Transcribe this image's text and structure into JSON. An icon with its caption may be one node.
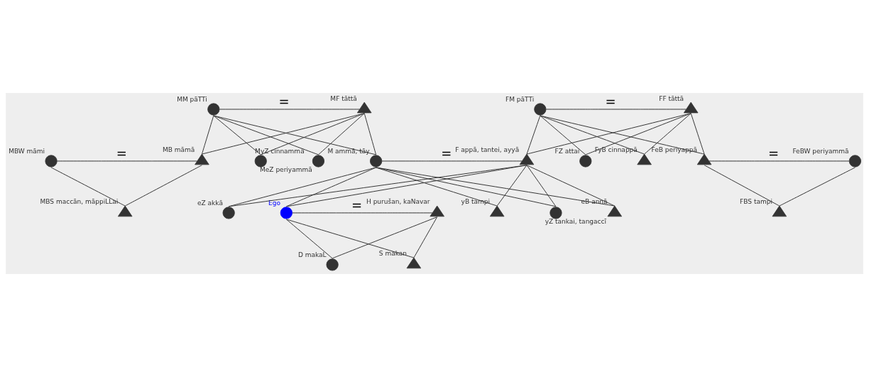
{
  "diagram": {
    "nodes": [
      {
        "text": [],
        "shape": "circle",
        "beside": [
          "MM pāTTi"
        ]
      },
      {
        "text": [],
        "shape": "triangle",
        "beside": [
          "MF tāttā"
        ]
      },
      {
        "text": [],
        "shape": "circle",
        "beside": [
          "FM pāTTi"
        ]
      },
      {
        "text": [],
        "shape": "triangle",
        "beside": [
          "FF tāttā"
        ]
      },
      {
        "text": [],
        "shape": "circle",
        "beside": [
          "MBW māmi"
        ]
      },
      {
        "text": [],
        "shape": "triangle",
        "beside": [
          "MB māmā"
        ]
      },
      {
        "text": [],
        "shape": "circle",
        "beside": [
          "MyZ cinnammā"
        ]
      },
      {
        "text": [],
        "shape": "circle",
        "beside": [
          "FZ attai"
        ]
      },
      {
        "text": [],
        "shape": "triangle",
        "beside": [
          "FyB cinnappā"
        ]
      },
      {
        "text": [],
        "shape": "triangle",
        "beside": [
          "MBS maccān, māppiLLai"
        ]
      },
      {
        "text": [],
        "shape": "circle",
        "beside": [
          "MeZ periyammā"
        ]
      },
      {
        "text": [],
        "shape": "circle",
        "beside": [
          "M ammā, tāy"
        ]
      },
      {
        "text": [],
        "shape": "triangle",
        "beside": [
          "F appā, tantei, ayyā"
        ]
      },
      {
        "text": [],
        "shape": "triangle",
        "beside": [
          "FeB periyappā"
        ]
      },
      {
        "text": [],
        "shape": "circle",
        "beside": [
          "FeBW periyammā"
        ]
      },
      {
        "text": [],
        "shape": "circle",
        "beside": [
          "eZ akkā"
        ]
      },
      {
        "text": [],
        "shape": "circle",
        "beside": [
          "Ego"
        ]
      },
      {
        "text": [],
        "shape": "triangle",
        "beside": [
          "H purušan, kaNavar"
        ]
      },
      {
        "text": [],
        "shape": "triangle",
        "beside": [
          "yB tampi"
        ]
      },
      {
        "text": [],
        "shape": "triangle",
        "beside": [
          "FBS tampi"
        ]
      },
      {
        "text": [],
        "shape": "circle",
        "beside": [
          "yZ tankai, tangaccī"
        ]
      },
      {
        "text": [],
        "shape": "circle",
        "beside": [
          "D makaL"
        ]
      },
      {
        "text": [],
        "shape": "triangle",
        "beside": [
          "S makan"
        ]
      },
      {
        "text": [],
        "shape": "triangle",
        "beside": [
          "eB annā"
        ]
      }
    ],
    "edges": [
      {
        "from": 0,
        "to": 1,
        "arrow": "none",
        "label": "="
      },
      {
        "from": 2,
        "to": 3,
        "arrow": "none",
        "label": "="
      },
      {
        "from": 4,
        "to": 5,
        "arrow": "none",
        "label": "="
      },
      {
        "from": 11,
        "to": 12,
        "arrow": "none",
        "label": "="
      },
      {
        "from": 13,
        "to": 14,
        "arrow": "none",
        "label": "="
      },
      {
        "from": 16,
        "to": 17,
        "arrow": "none",
        "label": "="
      },
      {
        "from": 0,
        "to": 5,
        "arrow": "none"
      },
      {
        "from": 1,
        "to": 5,
        "arrow": "none"
      },
      {
        "from": 0,
        "to": 10,
        "arrow": "none"
      },
      {
        "from": 1,
        "to": 10,
        "arrow": "none"
      },
      {
        "from": 0,
        "to": 6,
        "arrow": "none"
      },
      {
        "from": 1,
        "to": 6,
        "arrow": "none"
      },
      {
        "from": 0,
        "to": 11,
        "arrow": "none"
      },
      {
        "from": 1,
        "to": 11,
        "arrow": "none"
      },
      {
        "from": 2,
        "to": 12,
        "arrow": "none"
      },
      {
        "from": 3,
        "to": 12,
        "arrow": "none"
      },
      {
        "from": 2,
        "to": 7,
        "arrow": "none"
      },
      {
        "from": 3,
        "to": 7,
        "arrow": "none"
      },
      {
        "from": 2,
        "to": 13,
        "arrow": "none"
      },
      {
        "from": 3,
        "to": 13,
        "arrow": "none"
      },
      {
        "from": 2,
        "to": 8,
        "arrow": "none"
      },
      {
        "from": 3,
        "to": 8,
        "arrow": "none"
      },
      {
        "from": 4,
        "to": 9,
        "arrow": "none"
      },
      {
        "from": 5,
        "to": 9,
        "arrow": "none"
      },
      {
        "from": 11,
        "to": 15,
        "arrow": "none"
      },
      {
        "from": 12,
        "to": 15,
        "arrow": "none"
      },
      {
        "from": 11,
        "to": 20,
        "arrow": "none"
      },
      {
        "from": 12,
        "to": 20,
        "arrow": "none"
      },
      {
        "from": 11,
        "to": 16,
        "arrow": "none"
      },
      {
        "from": 12,
        "to": 16,
        "arrow": "none"
      },
      {
        "from": 11,
        "to": 23,
        "arrow": "none"
      },
      {
        "from": 12,
        "to": 23,
        "arrow": "none"
      },
      {
        "from": 11,
        "to": 18,
        "arrow": "none"
      },
      {
        "from": 12,
        "to": 18,
        "arrow": "none"
      },
      {
        "from": 13,
        "to": 19,
        "arrow": "none"
      },
      {
        "from": 14,
        "to": 19,
        "arrow": "none"
      },
      {
        "from": 16,
        "to": 21,
        "arrow": "none"
      },
      {
        "from": 17,
        "to": 21,
        "arrow": "none"
      },
      {
        "from": 16,
        "to": 22,
        "arrow": "none"
      },
      {
        "from": 17,
        "to": 22,
        "arrow": "none"
      }
    ]
  }
}
